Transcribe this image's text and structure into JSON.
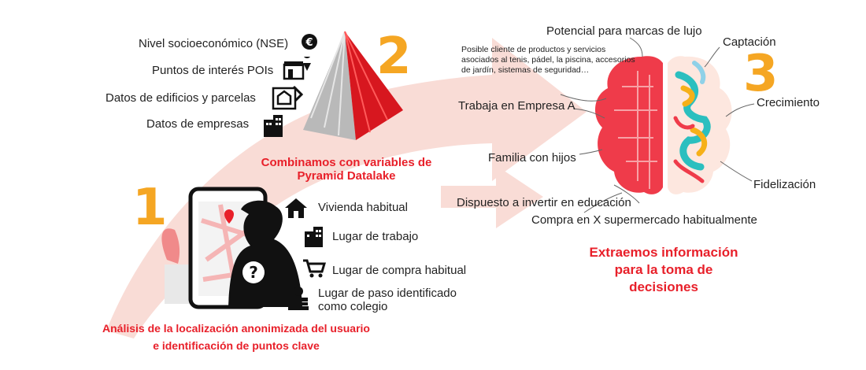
{
  "colors": {
    "accent": "#e8202a",
    "number": "#f5a623",
    "arrow": "#f9dcd6",
    "text": "#222222"
  },
  "steps": [
    {
      "number": "1",
      "caption_line1": "Análisis de la localización anonimizada del usuario",
      "caption_line2": "e identificación de puntos clave"
    },
    {
      "number": "2",
      "caption_line1": "Combinamos con variables de",
      "caption_line2": "Pyramid Datalake"
    },
    {
      "number": "3",
      "caption_line1": "Extraemos información",
      "caption_line2": "para la toma de",
      "caption_line3": "decisiones"
    }
  ],
  "locations": [
    {
      "label": "Vivienda habitual",
      "icon": "house-icon"
    },
    {
      "label": "Lugar de trabajo",
      "icon": "office-building-icon"
    },
    {
      "label": "Lugar de compra habitual",
      "icon": "shopping-cart-icon"
    },
    {
      "label": "Lugar de paso identificado",
      "label2": "como colegio",
      "icon": "school-books-icon"
    }
  ],
  "datalake_variables": [
    {
      "label": "Nivel socioeconómico (NSE)",
      "icon": "money-bag-icon"
    },
    {
      "label": "Puntos de interés POIs",
      "icon": "store-pin-icon"
    },
    {
      "label": "Datos de edificios y parcelas",
      "icon": "building-plan-icon"
    },
    {
      "label": "Datos de empresas",
      "icon": "company-buildings-icon"
    }
  ],
  "insights": {
    "potential": "Potencial para marcas de lujo",
    "sports_client": "Posible cliente de productos y servicios asociados al tenis, pádel, la piscina, accesorios de jardín, sistemas de seguridad…",
    "works": "Trabaja en Empresa A",
    "family": "Familia con hijos",
    "education": "Dispuesto a invertir en educación",
    "supermarket": "Compra en X supermercado habitualmente"
  },
  "outcomes": {
    "capture": "Captación",
    "growth": "Crecimiento",
    "loyalty": "Fidelización"
  }
}
